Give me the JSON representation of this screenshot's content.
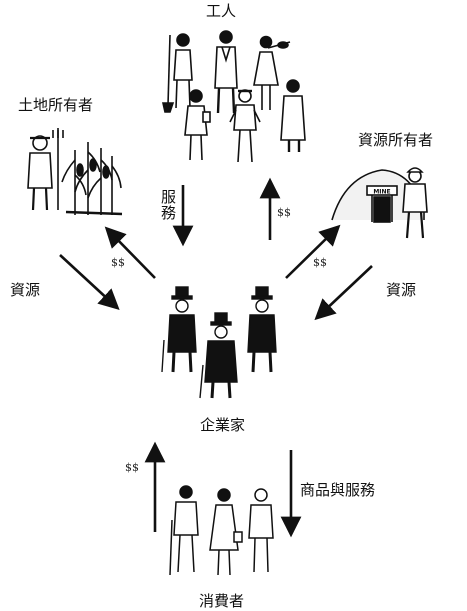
{
  "nodes": {
    "workers": "工人",
    "landowners": "土地所有者",
    "resource_owners": "資源所有者",
    "entrepreneurs": "企業家",
    "consumers": "消費者"
  },
  "flows": {
    "services": "服務",
    "resources_left": "資源",
    "resources_right": "資源",
    "goods_services": "商品與服務",
    "money_workers": "$$",
    "money_landowners": "$$",
    "money_resource_owners": "$$",
    "money_consumers": "$$"
  },
  "illustration_text": {
    "mine_sign": "MINE"
  }
}
